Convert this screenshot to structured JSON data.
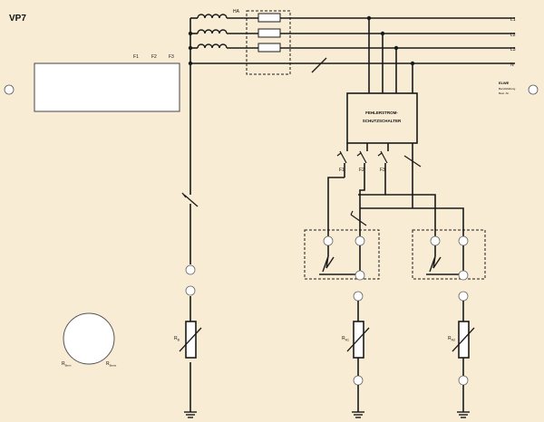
{
  "panel": {
    "id": "VP7",
    "fuse_labels": [
      "F1",
      "F2",
      "F3"
    ],
    "main_fuse": "HA",
    "lines": [
      "L1",
      "L2",
      "L3",
      "N"
    ],
    "rcd_line1": "FEHLERSTROM-",
    "rcd_line2": "SCHUTZSCHALTER",
    "breakers": [
      "F1",
      "F2",
      "F3"
    ],
    "resistors": {
      "rb": {
        "main": "R",
        "sub": "B"
      },
      "ra1": {
        "main": "R",
        "sub": "A1"
      },
      "ra2": {
        "main": "R",
        "sub": "A2"
      }
    },
    "meter_labels": {
      "left": {
        "main": "R",
        "sub": "Bmin"
      },
      "right": {
        "main": "R",
        "sub": "Bmax"
      }
    },
    "brand": {
      "line1": "ELWE",
      "line2": "Berufsbildung",
      "line3": "Best.-Nr."
    },
    "colors": {
      "background": "#f8edd4",
      "line": "#1a1a1a",
      "white": "#ffffff"
    }
  }
}
